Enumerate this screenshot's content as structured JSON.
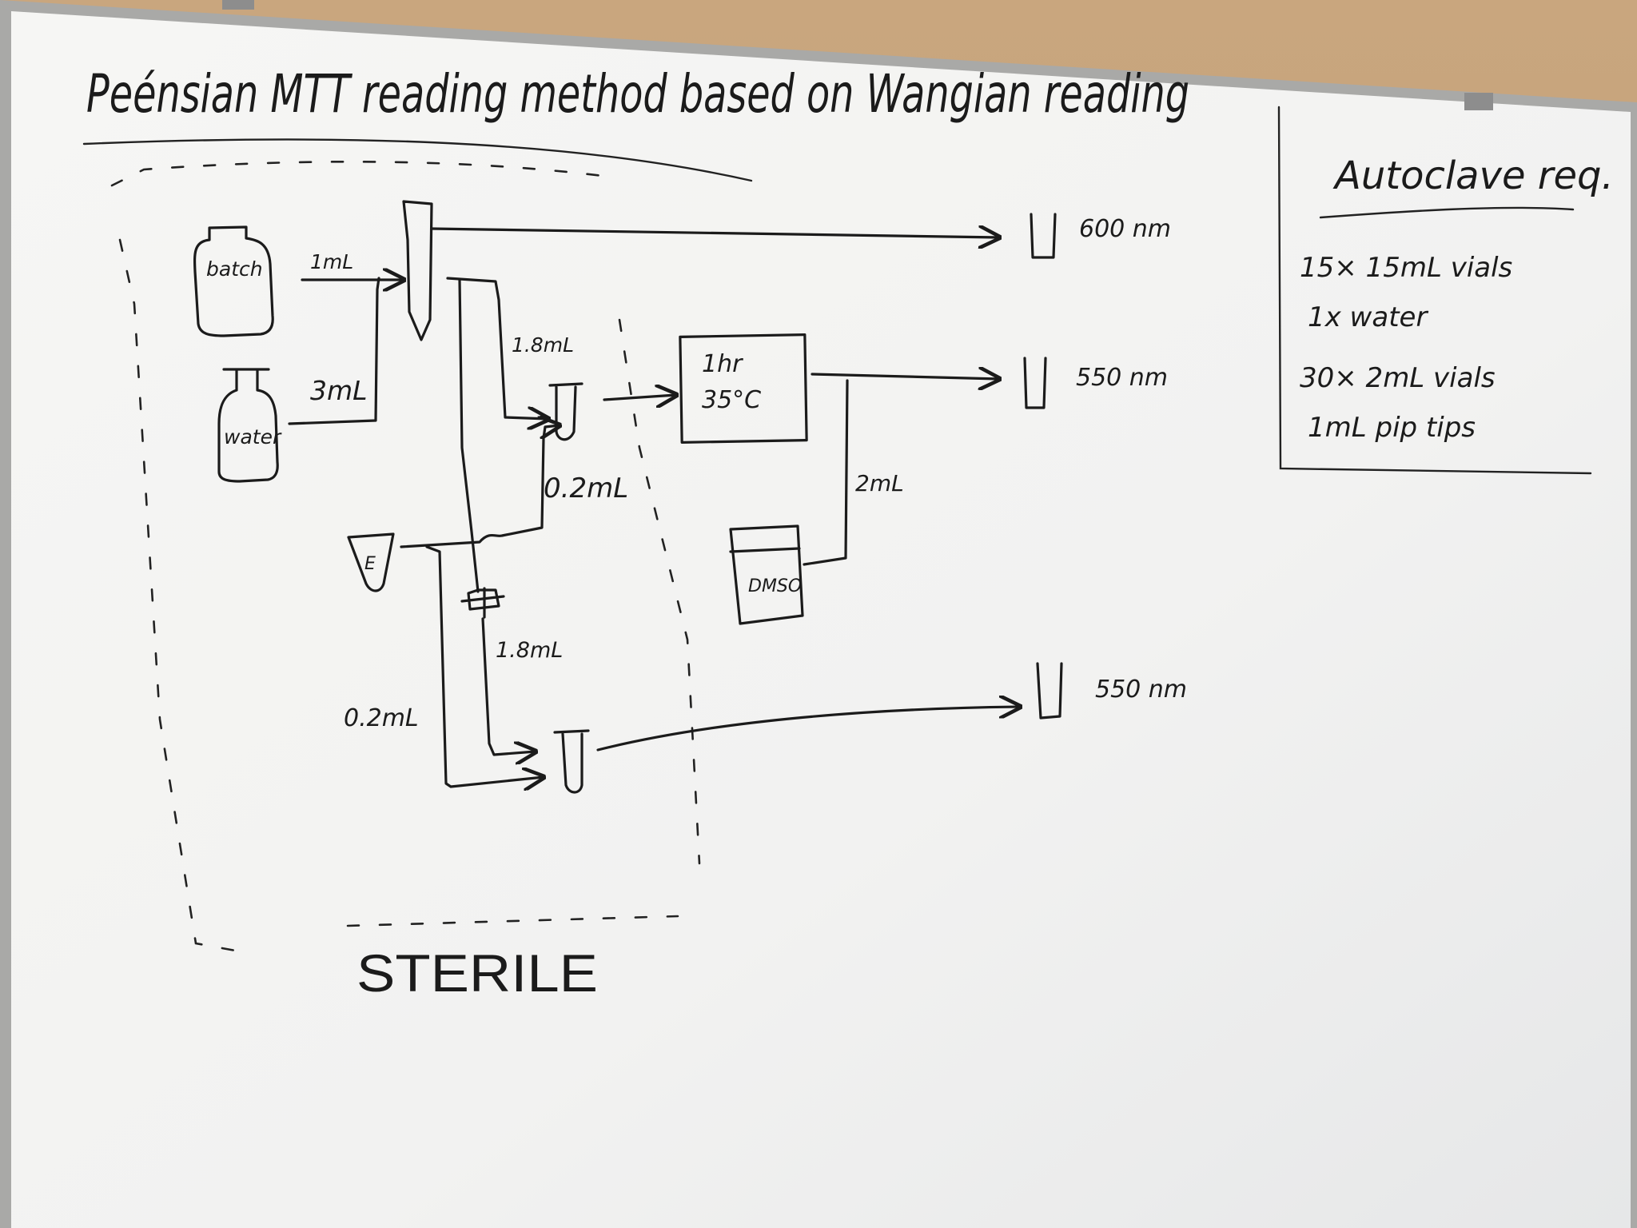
{
  "title": "Peénsian MTT reading method based on Wangian reading",
  "containers": {
    "batch": "batch",
    "water": "water",
    "dmso": "DMSO",
    "tube_e": "E"
  },
  "volumes": {
    "batch_to_mixer": "1mL",
    "water_to_mixer": "3mL",
    "mixer_to_tube1": "1.8mL",
    "e_to_tube1": "0.2mL",
    "filter_to_tube2": "1.8mL",
    "e_to_tube2": "0.2mL",
    "dmso_to_line": "2mL"
  },
  "incubator": {
    "line1": "1hr",
    "line2": "35°C"
  },
  "readings": {
    "top": "600 nm",
    "middle": "550 nm",
    "bottom": "550 nm"
  },
  "sterile_label": "STERILE",
  "autoclave": {
    "heading": "Autoclave req.",
    "items": [
      "15× 15mL vials",
      "1x water",
      "30× 2mL vials",
      "1mL pip tips"
    ]
  },
  "colors": {
    "board": "#f4f4f2",
    "marker": "#1b1b1b",
    "frame": "#9c9c9c",
    "wall": "#c9a67e"
  }
}
